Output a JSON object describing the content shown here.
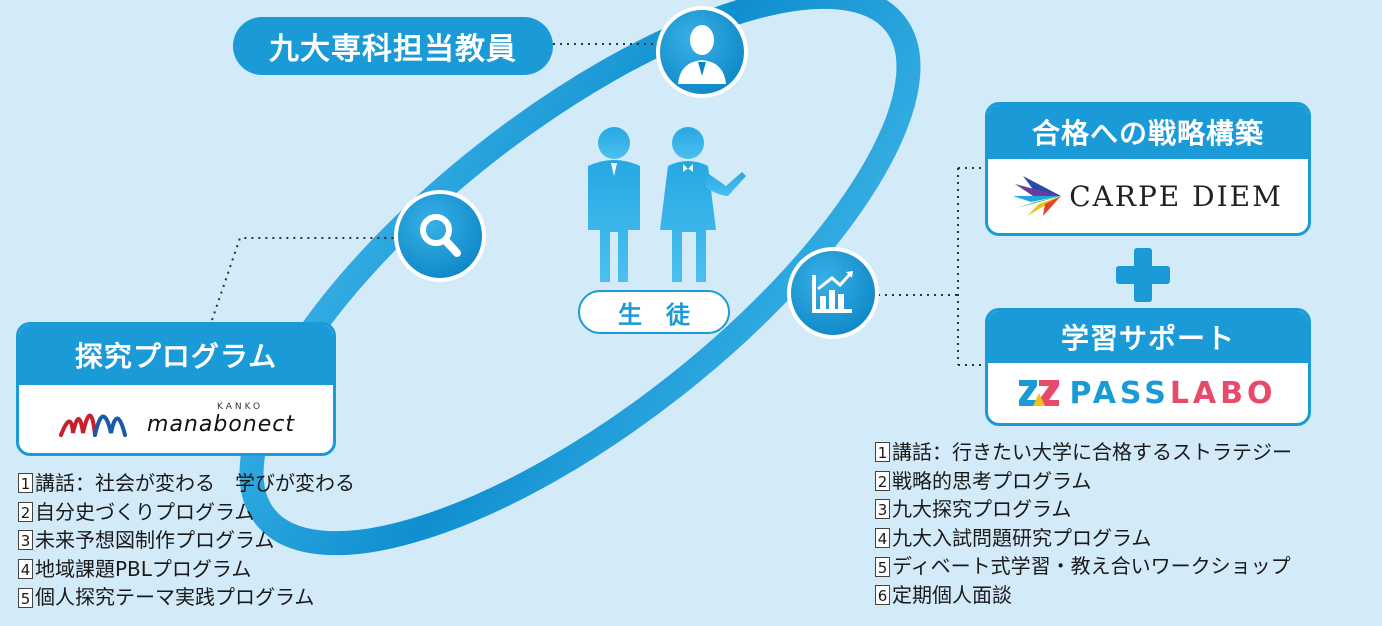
{
  "teacher_label": "九大専科担当教員",
  "student_label": "生　徒",
  "colors": {
    "accent": "#1a9ad6",
    "background": "#d3eaf8",
    "ring": "#1a9ad6"
  },
  "inquiry": {
    "title": "探究プログラム",
    "logo_small": "KANKO",
    "logo_text": "manabonect",
    "items": [
      {
        "num": "1",
        "text": "講話：社会が変わる　学びが変わる"
      },
      {
        "num": "2",
        "text": "自分史づくりプログラム"
      },
      {
        "num": "3",
        "text": "未来予想図制作プログラム"
      },
      {
        "num": "4",
        "text": "地域課題PBLプログラム"
      },
      {
        "num": "5",
        "text": "個人探究テーマ実践プログラム"
      }
    ]
  },
  "strategy": {
    "title": "合格への戦略構築",
    "logo_text": "CARPE DIEM"
  },
  "plus_sign": "+",
  "support": {
    "title": "学習サポート",
    "logo_text": "PASSLABO",
    "items": [
      {
        "num": "1",
        "text": "講話：行きたい大学に合格するストラテジー"
      },
      {
        "num": "2",
        "text": "戦略的思考プログラム"
      },
      {
        "num": "3",
        "text": "九大探究プログラム"
      },
      {
        "num": "4",
        "text": "九大入試問題研究プログラム"
      },
      {
        "num": "5",
        "text": "ディベート式学習・教え合いワークショップ"
      },
      {
        "num": "6",
        "text": "定期個人面談"
      }
    ]
  },
  "icons": [
    "teacher-icon",
    "search-icon",
    "chart-icon",
    "students-icon"
  ]
}
